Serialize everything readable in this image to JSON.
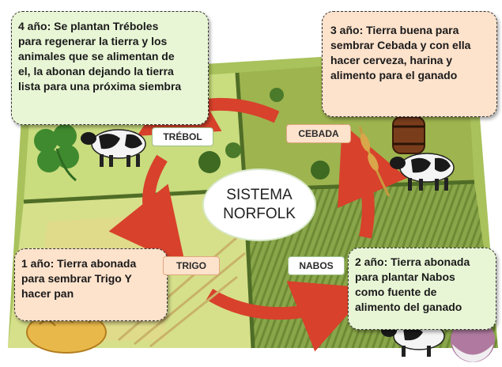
{
  "center": {
    "line1": "SISTEMA",
    "line2": "NORFOLK"
  },
  "boxes": {
    "year4": [
      "4 año: Se plantan Tréboles",
      "para regenerar la tierra y  los",
      "animales que se  alimentan de",
      "el, la abonan dejando la tierra",
      "lista para una próxima siembra"
    ],
    "year3": [
      "3 año: Tierra buena para",
      "sembrar Cebada y con ella",
      "hacer cerveza, harina y",
      "alimento para el ganado"
    ],
    "year1": [
      "1 año: Tierra abonada",
      "para  sembrar Trigo Y",
      "hacer pan"
    ],
    "year2": [
      "2 año: Tierra  abonada",
      "para  plantar Nabos",
      "como fuente de",
      "alimento del ganado"
    ]
  },
  "labels": {
    "trebol": "TRÉBOL",
    "cebada": "CEBADA",
    "trigo": "TRIGO",
    "nabos": "NABOS"
  },
  "colors": {
    "field_light": "#cfe07a",
    "field_dark": "#6f8f3a",
    "arrow": "#d8412b",
    "box_green": "#e9f6d6",
    "box_orange": "#fde2cc"
  }
}
